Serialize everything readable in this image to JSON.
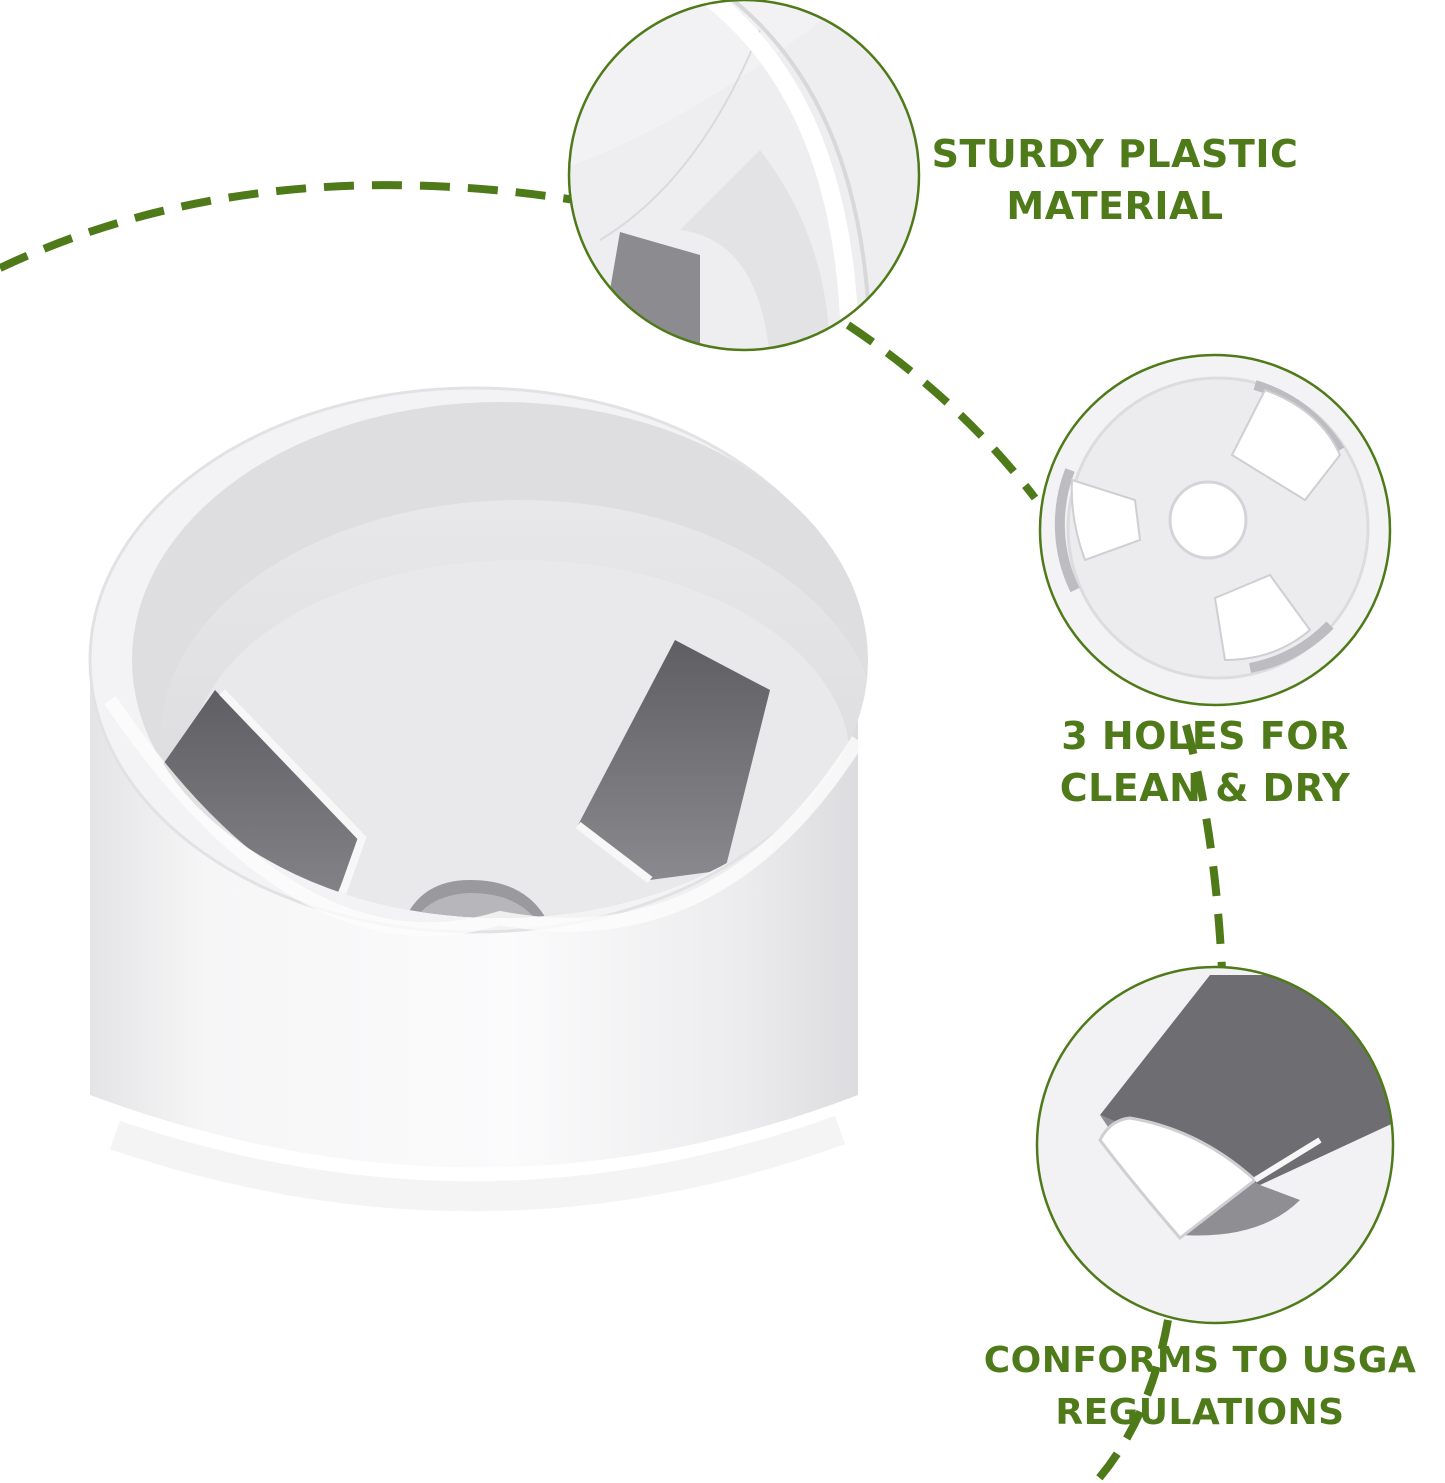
{
  "features": [
    {
      "line1": "STURDY PLASTIC",
      "line2": "MATERIAL"
    },
    {
      "line1": "3 HOLES FOR",
      "line2": "CLEAN & DRY"
    },
    {
      "line1": "CONFORMS TO USGA",
      "line2": "REGULATIONS"
    }
  ],
  "colors": {
    "accent": "#4e7a19",
    "cup_white": "#f4f4f5",
    "cup_shadow": "#6f6f73"
  }
}
